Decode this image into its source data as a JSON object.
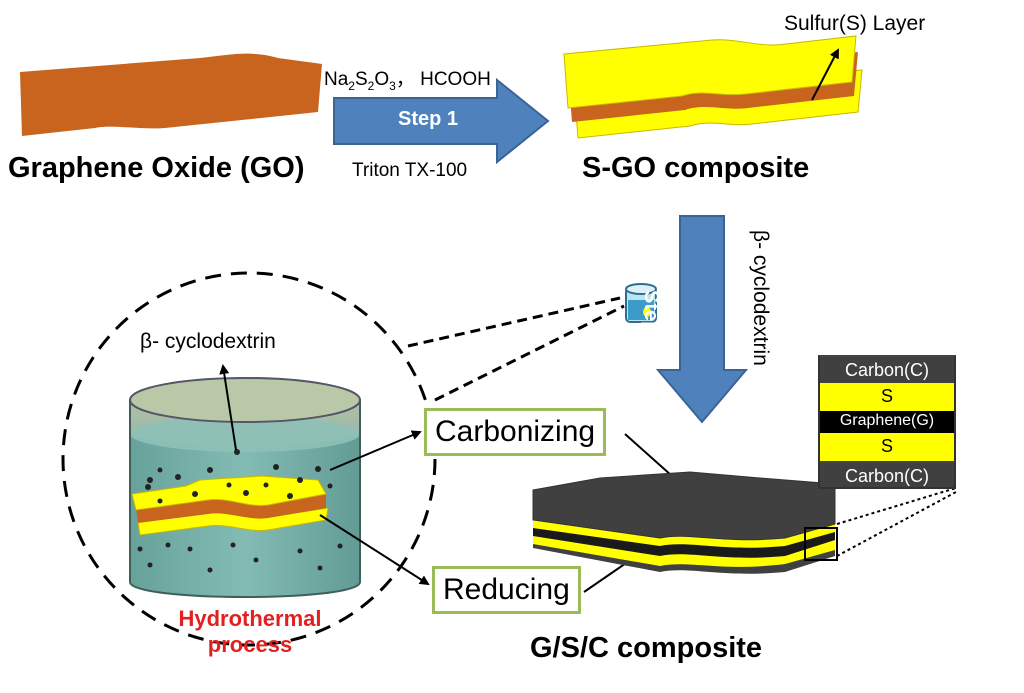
{
  "labels": {
    "go": "Graphene Oxide (GO)",
    "sgo": "S-GO composite",
    "gsc": "G/S/C composite",
    "sulfur_layer": "Sulfur(S) Layer",
    "reagent_top_a": "Na",
    "reagent_top_a_sub1": "2",
    "reagent_top_b": "S",
    "reagent_top_b_sub": "2",
    "reagent_top_c": "O",
    "reagent_top_c_sub": "3",
    "reagent_top_d": "，  HCOOH",
    "reagent_bottom": "Triton TX-100",
    "step1": "Step 1",
    "step2": "Step 2",
    "step2_reagent": "β- cyclodextrin",
    "cyclodextrin": "β- cyclodextrin",
    "carbonizing": "Carbonizing",
    "reducing": "Reducing",
    "hydro_line1": "Hydrothermal",
    "hydro_line2": "process"
  },
  "layer_stack": [
    {
      "label": "Carbon(C)",
      "kind": "c"
    },
    {
      "label": "S",
      "kind": "s"
    },
    {
      "label": "Graphene(G)",
      "kind": "g"
    },
    {
      "label": "S",
      "kind": "s"
    },
    {
      "label": "Carbon(C)",
      "kind": "c"
    }
  ],
  "colors": {
    "graphene_oxide": "#C8641E",
    "sulfur": "#FFFF00",
    "carbon": "#404040",
    "arrow_blue": "#4F81BD",
    "beaker_water": "#6AA8A0",
    "box_border": "#9BBB59",
    "hydro_text": "#E32020"
  }
}
